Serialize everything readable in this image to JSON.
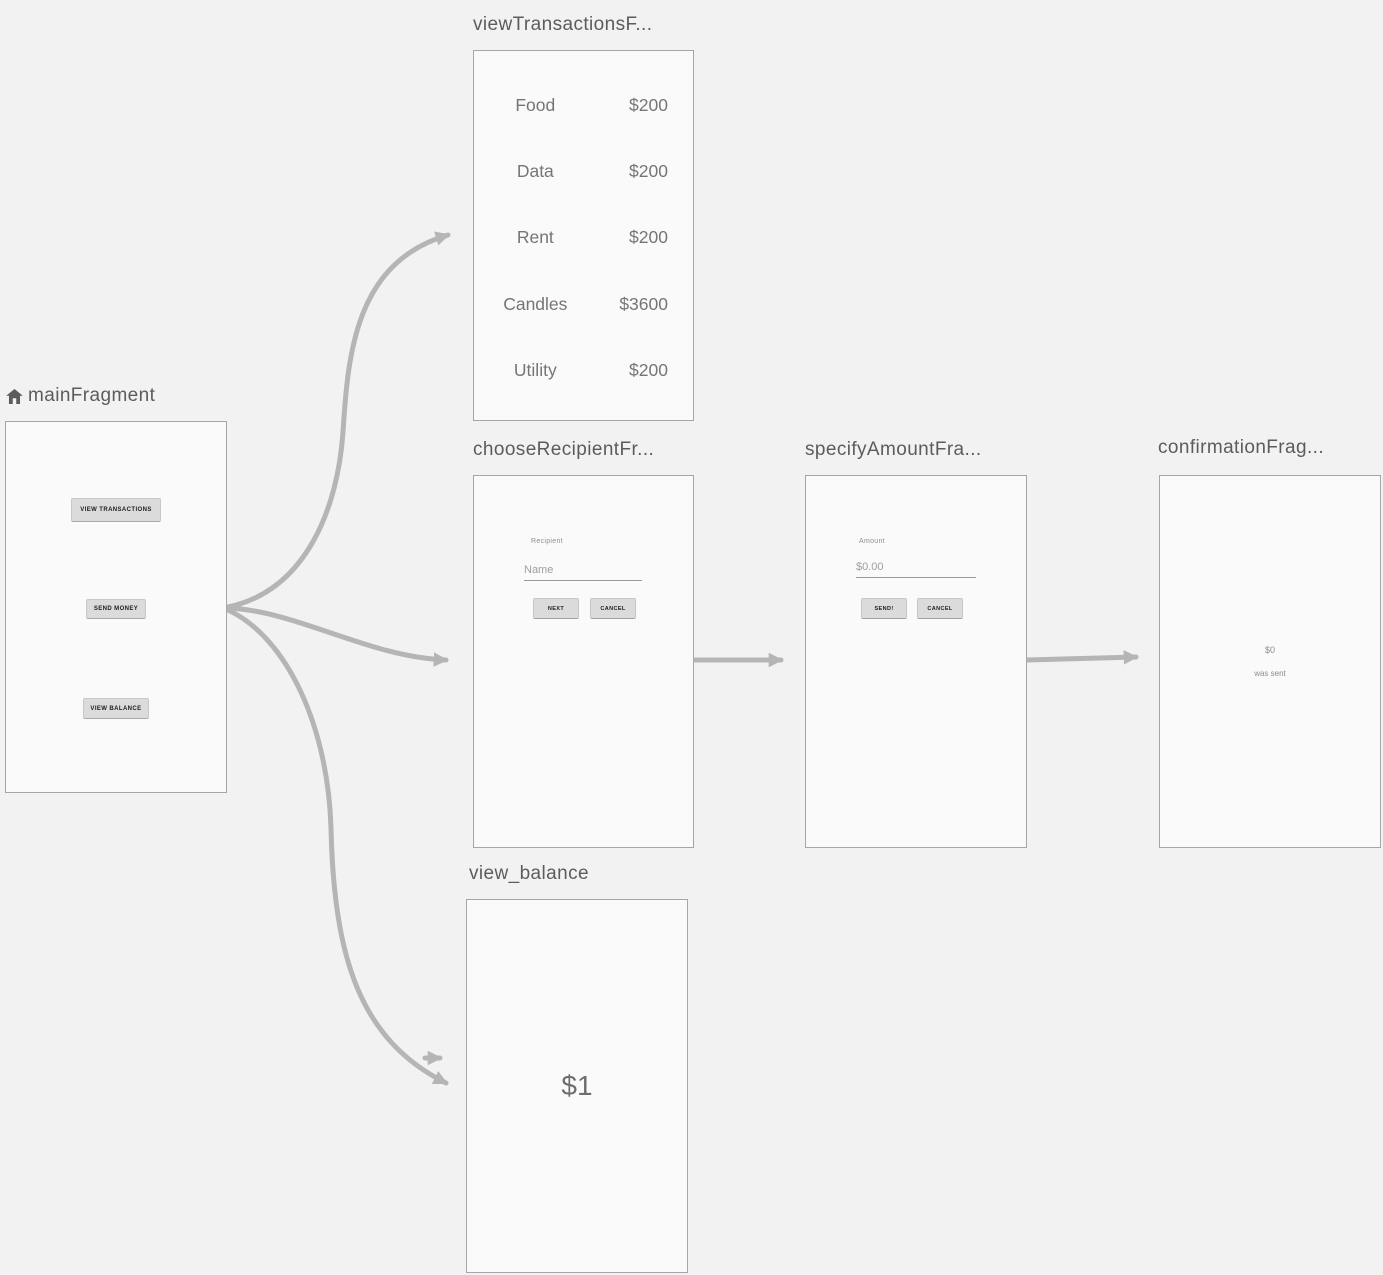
{
  "colors": {
    "background": "#f2f2f2",
    "card_background": "#fafafa",
    "card_border": "#a6a6a6",
    "arrow": "#b5b5b5",
    "title_text": "#5c5c5c"
  },
  "fragments": {
    "main": {
      "title": "mainFragment",
      "buttons": {
        "view_transactions": "VIEW TRANSACTIONS",
        "send_money": "SEND MONEY",
        "view_balance": "VIEW BALANCE"
      }
    },
    "viewTransactions": {
      "title": "viewTransactionsF...",
      "rows": [
        {
          "label": "Food",
          "amount": "$200"
        },
        {
          "label": "Data",
          "amount": "$200"
        },
        {
          "label": "Rent",
          "amount": "$200"
        },
        {
          "label": "Candles",
          "amount": "$3600"
        },
        {
          "label": "Utility",
          "amount": "$200"
        }
      ]
    },
    "chooseRecipient": {
      "title": "chooseRecipientFr...",
      "field_label": "Recipient",
      "placeholder": "Name",
      "next_button": "NEXT",
      "cancel_button": "CANCEL"
    },
    "specifyAmount": {
      "title": "specifyAmountFra...",
      "field_label": "Amount",
      "placeholder": "$0.00",
      "send_button": "SEND!",
      "cancel_button": "CANCEL"
    },
    "confirmation": {
      "title": "confirmationFrag...",
      "amount": "$0",
      "message": "was sent"
    },
    "viewBalance": {
      "title": "view_balance",
      "balance": "$1"
    }
  }
}
